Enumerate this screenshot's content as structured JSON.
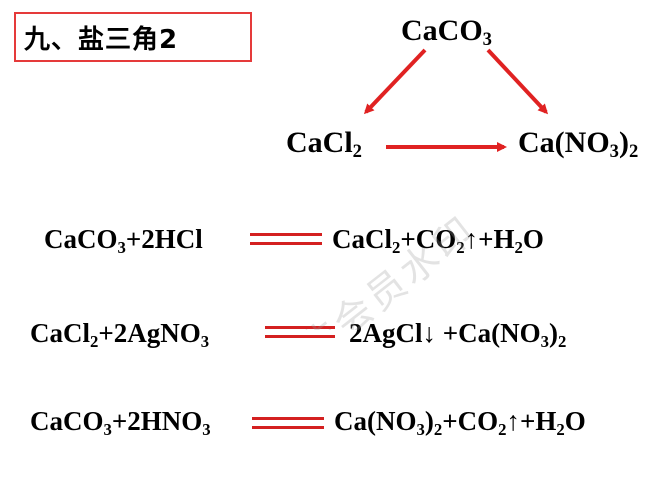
{
  "title": "九、盐三角2",
  "triangle": {
    "top": {
      "main": "CaCO",
      "sub": "3"
    },
    "left": {
      "main": "CaCl",
      "sub": "2"
    },
    "right": {
      "main": "Ca(NO",
      "sub1": "3",
      "mid": ")",
      "sub2": "2"
    }
  },
  "equations": [
    {
      "lhs": [
        {
          "t": "CaCO"
        },
        {
          "s": "3"
        },
        {
          "t": "+2HCl"
        }
      ],
      "rhs": [
        {
          "t": "CaCl"
        },
        {
          "s": "2"
        },
        {
          "t": "+CO"
        },
        {
          "s": "2"
        },
        {
          "t": "↑+H"
        },
        {
          "s": "2"
        },
        {
          "t": "O"
        }
      ]
    },
    {
      "lhs": [
        {
          "t": "CaCl"
        },
        {
          "s": "2"
        },
        {
          "t": "+2AgNO"
        },
        {
          "s": "3"
        }
      ],
      "rhs": [
        {
          "t": "2AgCl↓ +Ca(NO"
        },
        {
          "s": "3"
        },
        {
          "t": ")"
        },
        {
          "s": "2"
        }
      ]
    },
    {
      "lhs": [
        {
          "t": "CaCO"
        },
        {
          "s": "3"
        },
        {
          "t": "+2HNO"
        },
        {
          "s": "3"
        }
      ],
      "rhs": [
        {
          "t": "Ca(NO"
        },
        {
          "s": "3"
        },
        {
          "t": ")"
        },
        {
          "s": "2"
        },
        {
          "t": "+CO"
        },
        {
          "s": "2"
        },
        {
          "t": "↑+H"
        },
        {
          "s": "2"
        },
        {
          "t": "O"
        }
      ]
    }
  ],
  "colors": {
    "accent_red": "#e53a3a",
    "arrow_red": "#e02222",
    "equals_red": "#d42020",
    "text": "#000000"
  },
  "watermark_text": "非会员水印"
}
